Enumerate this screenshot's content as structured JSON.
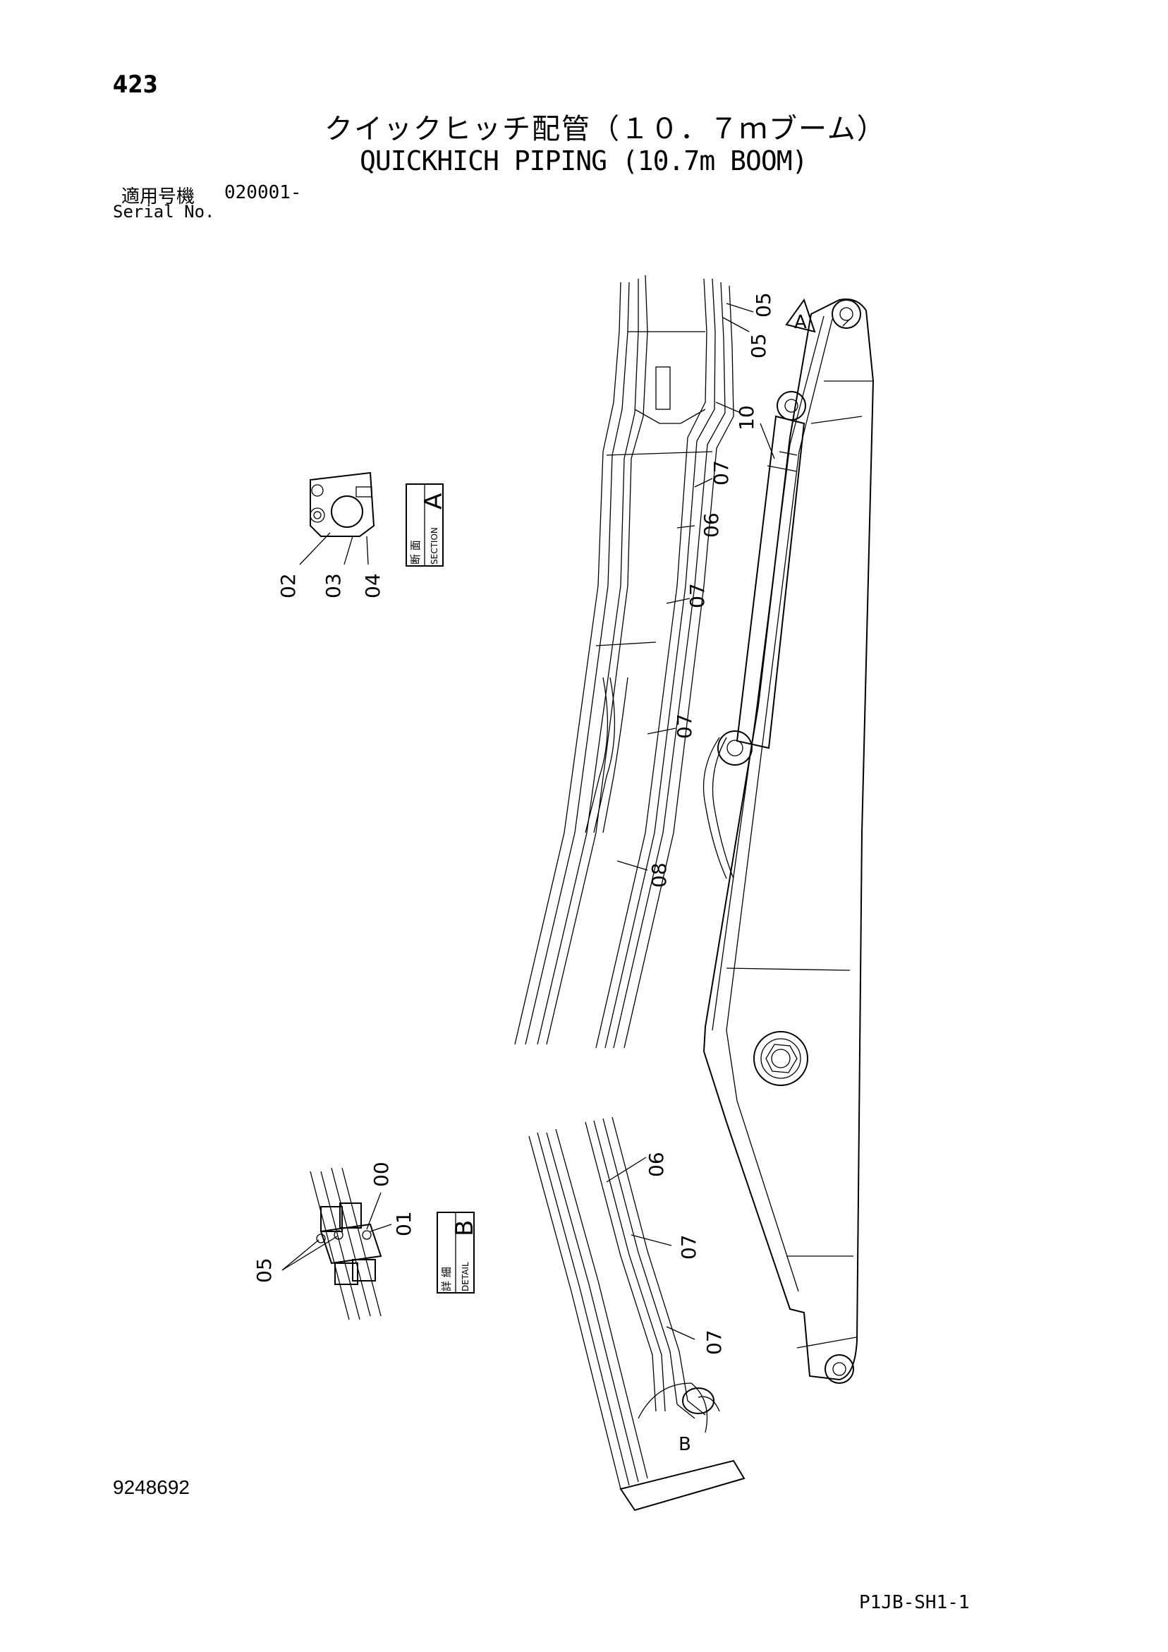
{
  "header": {
    "page_number": "423",
    "title_jp": "クイックヒッチ配管（１０．７ｍブーム）",
    "title_en": "QUICKHICH PIPING (10.7m BOOM)",
    "serial_label_jp": "適用号機",
    "serial_value": "020001-",
    "serial_label_en": "Serial No."
  },
  "footer": {
    "drawing_number": "9248692",
    "sheet_code": "P1JB-SH1-1"
  },
  "views": {
    "section": {
      "title_jp": "断 面",
      "title_en": "SECTION",
      "letter": "A"
    },
    "detail": {
      "title_jp": "詳 細",
      "title_en": "DETAIL",
      "letter": "B"
    }
  },
  "callout_marks": {
    "a": "A",
    "b": "B"
  },
  "part_labels": {
    "p00": "00",
    "p01": "01",
    "p02": "02",
    "p03": "03",
    "p04": "04",
    "p05_top_a": "05",
    "p05_top_b": "05",
    "p05_detail": "05",
    "p06_upper": "06",
    "p06_lower": "06",
    "p07_a": "07",
    "p07_b": "07",
    "p07_c": "07",
    "p07_d": "07",
    "p07_e": "07",
    "p08": "08",
    "p10": "10"
  }
}
